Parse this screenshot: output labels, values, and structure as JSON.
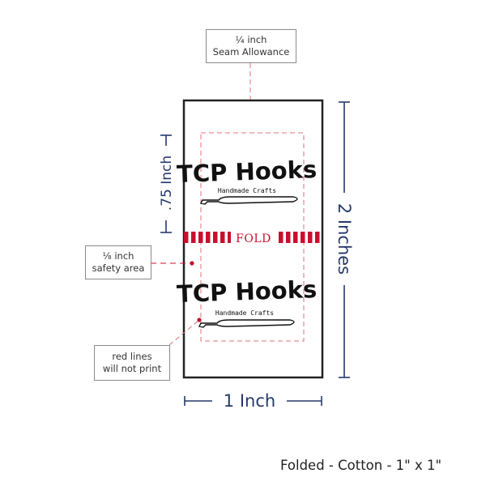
{
  "callouts": {
    "seam": {
      "line1": "¼ inch",
      "line2": "Seam Allowance"
    },
    "safety": {
      "line1": "⅛ inch",
      "line2": "safety area"
    },
    "red_lines": {
      "line1": "red lines",
      "line2": "will not print"
    }
  },
  "dimensions": {
    "height_label": "2 Inches",
    "width_label": "1 Inch",
    "logo_height_label": ".75 Inch"
  },
  "fold_label": "FOLD",
  "logo": {
    "title": "TCP Hooks",
    "subtitle": "Handmade Crafts"
  },
  "caption": "Folded - Cotton - 1\" x 1\"",
  "colors": {
    "dimension": "#27396b",
    "guide_red": "#e0707a",
    "fold_red": "#c8102e",
    "border": "#222222"
  }
}
